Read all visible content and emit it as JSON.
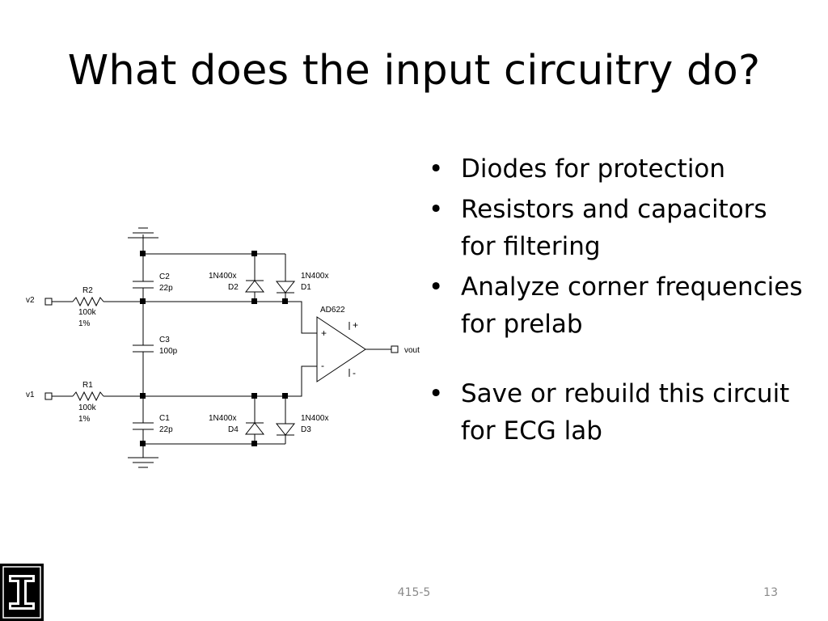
{
  "slide": {
    "title": "What does the input circuitry do?",
    "bullets": [
      "Diodes for protection",
      "Resistors and capacitors for filtering",
      "Analyze corner frequencies for prelab",
      "Save or rebuild this circuit for ECG lab"
    ],
    "footer_center": "415-5",
    "page_number": "13"
  },
  "circuit": {
    "opamp": "AD622",
    "plus": "+",
    "minus": "-",
    "v2": "v2",
    "v1": "v1",
    "vout": "vout",
    "r2": {
      "name": "R2",
      "value": "100k",
      "tol": "1%"
    },
    "r1": {
      "name": "R1",
      "value": "100k",
      "tol": "1%"
    },
    "c2": {
      "name": "C2",
      "value": "22p"
    },
    "c3": {
      "name": "C3",
      "value": "100p"
    },
    "c1": {
      "name": "C1",
      "value": "22p"
    },
    "d1": {
      "name": "D1",
      "part": "1N400x"
    },
    "d2": {
      "name": "D2",
      "part": "1N400x"
    },
    "d3": {
      "name": "D3",
      "part": "1N400x"
    },
    "d4": {
      "name": "D4",
      "part": "1N400x"
    }
  },
  "colors": {
    "footer": "#8a8a8a",
    "logo_bg": "#000000"
  },
  "logo_icon": "university-block-i-logo"
}
